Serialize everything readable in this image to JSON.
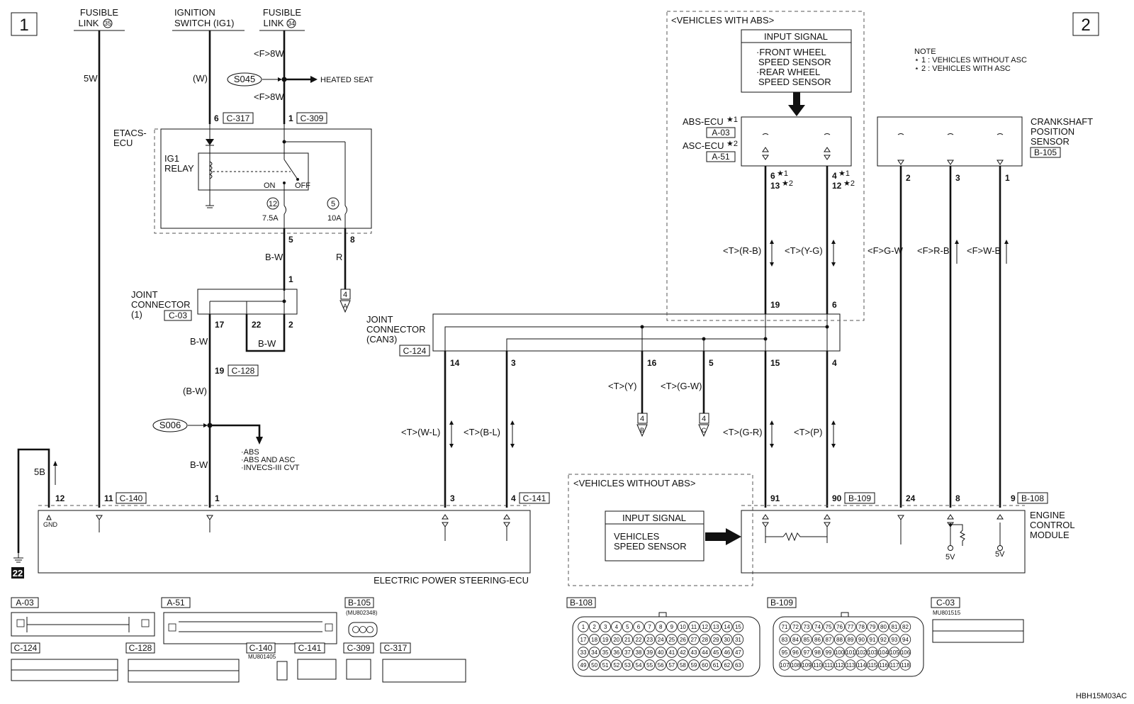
{
  "page_markers": {
    "left": "1",
    "right": "2",
    "ground_ref": "22"
  },
  "fusible_link_35": {
    "line1": "FUSIBLE",
    "line2": "LINK",
    "num": "35"
  },
  "ignition_switch": {
    "line1": "IGNITION",
    "line2": "SWITCH (IG1)"
  },
  "fusible_link_34": {
    "line1": "FUSIBLE",
    "line2": "LINK",
    "num": "34"
  },
  "wires": {
    "w5w": "5W",
    "w_w": "(W)",
    "f8w_a": "<F>8W",
    "f8w_b": "<F>8W",
    "bw1": "B-W",
    "r": "R",
    "bw2": "B-W",
    "bw3": "B-W",
    "bw_paren": "(B-W)",
    "bw4": "B-W",
    "w5b": "5B",
    "t_rb": "<T>(R-B)",
    "t_yg": "<T>(Y-G)",
    "f_gw": "<F>G-W",
    "f_rb": "<F>R-B",
    "f_wb": "<F>W-B",
    "t_y": "<T>(Y)",
    "t_gw": "<T>(G-W)",
    "t_wl": "<T>(W-L)",
    "t_bl": "<T>(B-L)",
    "t_gr": "<T>(G-R)",
    "t_p": "<T>(P)"
  },
  "splices": {
    "s045": "S045",
    "s006": "S006"
  },
  "heated_seat": "HEATED SEAT",
  "s006_dest": [
    "·ABS",
    "·ABS AND ASC",
    "·INVECS-III CVT"
  ],
  "etacs": {
    "line1": "ETACS-",
    "line2": "ECU"
  },
  "ig1_relay": {
    "line1": "IG1",
    "line2": "RELAY",
    "on": "ON",
    "off": "OFF"
  },
  "fuses": {
    "f12": "12",
    "f12_amp": "7.5A",
    "f5": "5",
    "f5_amp": "10A"
  },
  "pins": {
    "c317_pin": "6",
    "c309_pin": "1",
    "p5": "5",
    "p8": "8",
    "p1": "1",
    "p17": "17",
    "p22": "22",
    "p2": "2",
    "p19": "19",
    "e12": "12",
    "e11": "11",
    "e1": "1",
    "e3": "3",
    "e4": "4",
    "j14": "14",
    "j3": "3",
    "j16": "16",
    "j5": "5",
    "j15": "15",
    "j4": "4",
    "j19": "19",
    "j6": "6",
    "abs6": "6",
    "abs13": "13",
    "abs4": "4",
    "abs12": "12",
    "c2": "2",
    "c3": "3",
    "c1": "1",
    "ecm91": "91",
    "ecm90": "90",
    "ecm24": "24",
    "ecm8": "8",
    "ecm9": "9"
  },
  "connectors": {
    "c317": "C-317",
    "c309": "C-309",
    "c03": "C-03",
    "c128": "C-128",
    "c140": "C-140",
    "c124": "C-124",
    "c141": "C-141",
    "a03": "A-03",
    "a51": "A-51",
    "b105": "B-105",
    "b109": "B-109",
    "b108": "B-108"
  },
  "joint_connector_1": {
    "line1": "JOINT",
    "line2": "CONNECTOR",
    "line3": "(1)"
  },
  "joint_connector_can3": {
    "line1": "JOINT",
    "line2": "CONNECTOR",
    "line3": "(CAN3)"
  },
  "arrow_refs": {
    "a4": "4",
    "aA": "A",
    "b4": "4",
    "bB": "B",
    "c4": "4",
    "cC": "C"
  },
  "eps_ecu": "ELECTRIC POWER STEERING-ECU",
  "gnd": "GND",
  "vehicles_with_abs": "<VEHICLES WITH ABS>",
  "vehicles_without_abs": "<VEHICLES WITHOUT ABS>",
  "input_signal_abs": {
    "title": "INPUT SIGNAL",
    "l1": "·FRONT WHEEL",
    "l2": "SPEED SENSOR",
    "l3": "·REAR WHEEL",
    "l4": "SPEED SENSOR"
  },
  "input_signal_noabs": {
    "title": "INPUT SIGNAL",
    "l1": "VEHICLES",
    "l2": "SPEED SENSOR"
  },
  "abs_ecu": "ABS-ECU",
  "asc_ecu": "ASC-ECU",
  "note": {
    "title": "NOTE",
    "n1": "⋆ 1 : VEHICLES WITHOUT ASC",
    "n2": "⋆ 2 : VEHICLES WITH ASC"
  },
  "crankshaft": {
    "l1": "CRANKSHAFT",
    "l2": "POSITION",
    "l3": "SENSOR"
  },
  "ecm": {
    "l1": "ENGINE",
    "l2": "CONTROL",
    "l3": "MODULE",
    "v5a": "5V",
    "v5b": "5V"
  },
  "part_numbers": {
    "b105": "(MU802348)",
    "c03": "MU801515",
    "c140": "MU801405"
  },
  "doc_code": "HBH15M03AC"
}
